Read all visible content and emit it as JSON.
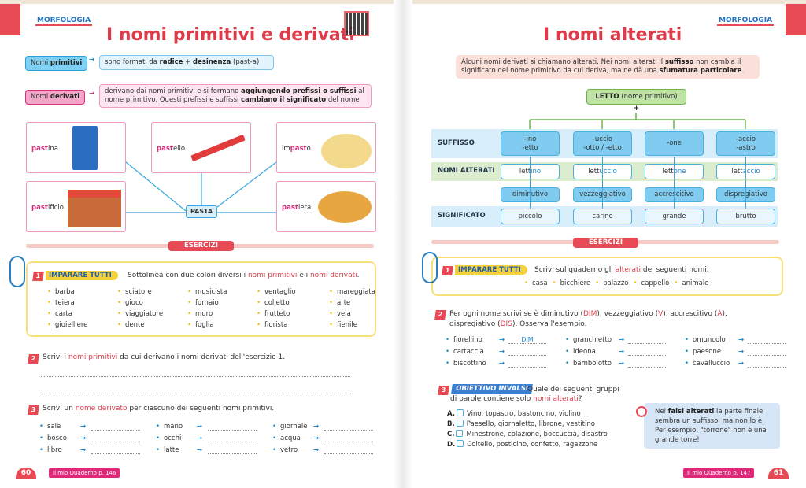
{
  "left": {
    "section": "MORFOLOGIA",
    "title": "I nomi primitivi e derivati",
    "primitivi": {
      "label_a": "Nomi ",
      "label_b": "primitivi",
      "t1": "sono formati da ",
      "t2": "radice",
      "t3": " + ",
      "t4": "desinenza",
      "t5": " (past-a)"
    },
    "derivati": {
      "label_a": "Nomi ",
      "label_b": "derivati",
      "t1": "derivano dai nomi primitivi e si formano ",
      "t2": "aggiungendo prefissi o suffissi",
      "t3": " al nome primitivo. Questi prefissi e suffissi ",
      "t4": "cambiano il significato",
      "t5": " del nome"
    },
    "diagram": {
      "center": "PASTA",
      "items": [
        {
          "a": "",
          "b": "past",
          "c": "ina",
          "icon": "pasta-box"
        },
        {
          "a": "",
          "b": "past",
          "c": "ello",
          "icon": "pencil"
        },
        {
          "a": "im",
          "b": "past",
          "c": "o",
          "icon": "dough"
        },
        {
          "a": "",
          "b": "past",
          "c": "ificio",
          "icon": "shop"
        },
        {
          "a": "",
          "b": "past",
          "c": "iera",
          "icon": "cake"
        }
      ]
    },
    "esercizi": "ESERCIZI",
    "ex1": {
      "num": "1",
      "badge": "IMPARARE TUTTI",
      "t1": "Sottolinea con due colori diversi i ",
      "t2": "nomi primitivi",
      "t3": " e i ",
      "t4": "nomi derivati",
      "t5": ".",
      "words": [
        "barba",
        "sciatore",
        "musicista",
        "ventaglio",
        "mareggiata",
        "teiera",
        "gioco",
        "fornaio",
        "colletto",
        "arte",
        "carta",
        "viaggiatore",
        "muro",
        "frutteto",
        "vela",
        "gioielliere",
        "dente",
        "foglia",
        "fiorista",
        "fienile"
      ]
    },
    "ex2": {
      "num": "2",
      "t1": "Scrivi i ",
      "t2": "nomi primitivi",
      "t3": " da cui derivano i nomi derivati dell'esercizio 1."
    },
    "ex3": {
      "num": "3",
      "t1": "Scrivi un ",
      "t2": "nome derivato",
      "t3": " per ciascuno dei seguenti nomi primitivi.",
      "words": [
        "sale",
        "mano",
        "giornale",
        "bosco",
        "occhi",
        "acqua",
        "libro",
        "latte",
        "vetro"
      ]
    },
    "page": "60",
    "quaderno": "Il mio Quaderno p. 146"
  },
  "right": {
    "section": "MORFOLOGIA",
    "title": "I nomi alterati",
    "intro": {
      "t1": "Alcuni nomi derivati si chiamano alterati. Nei nomi alterati il ",
      "t2": "suffisso",
      "t3": " non cambia il significato del nome primitivo da cui deriva, ma ne dà una ",
      "t4": "sfumatura particolare",
      "t5": "."
    },
    "root": {
      "b": "LETTO",
      "t": " (nome primitivo)"
    },
    "plus": "+",
    "rows": {
      "suffisso": "SUFFISSO",
      "alterati": "NOMI ALTERATI",
      "significato": "SIGNIFICATO"
    },
    "columns": [
      {
        "s1": "-ino",
        "s2": "-etto",
        "base": "lett",
        "suf": "ino",
        "tipo": "diminutivo",
        "sig": "piccolo"
      },
      {
        "s1": "-uccio",
        "s2": "-otto / -etto",
        "base": "lett",
        "suf": "uccio",
        "tipo": "vezzeggiativo",
        "sig": "carino"
      },
      {
        "s1": "-one",
        "s2": "",
        "base": "lett",
        "suf": "one",
        "tipo": "accrescitivo",
        "sig": "grande"
      },
      {
        "s1": "-accio",
        "s2": "-astro",
        "base": "lett",
        "suf": "accio",
        "tipo": "dispregiativo",
        "sig": "brutto"
      }
    ],
    "esercizi": "ESERCIZI",
    "ex1": {
      "num": "1",
      "badge": "IMPARARE TUTTI",
      "t1": "Scrivi sul quaderno gli ",
      "t2": "alterati",
      "t3": " dei seguenti nomi.",
      "words": [
        "casa",
        "bicchiere",
        "palazzo",
        "cappello",
        "animale"
      ]
    },
    "ex2": {
      "num": "2",
      "t1": "Per ogni nome scrivi se è diminutivo (",
      "t2": "DIM",
      "t3": "), vezzeggiativo (",
      "t4": "V",
      "t5": "), accrescitivo (",
      "t6": "A",
      "t7": "),",
      "t8": "dispregiativo (",
      "t9": "DIS",
      "t10": "). Osserva l'esempio.",
      "items": [
        {
          "w": "fiorellino",
          "a": "DIM"
        },
        {
          "w": "granchietto",
          "a": ""
        },
        {
          "w": "omuncolo",
          "a": ""
        },
        {
          "w": "cartaccia",
          "a": ""
        },
        {
          "w": "ideona",
          "a": ""
        },
        {
          "w": "paesone",
          "a": ""
        },
        {
          "w": "biscottino",
          "a": ""
        },
        {
          "w": "bambolotto",
          "a": ""
        },
        {
          "w": "cavalluccio",
          "a": ""
        }
      ]
    },
    "ex3": {
      "num": "3",
      "badge": "OBIETTIVO INVALSI",
      "t1": "Quale dei seguenti gruppi",
      "t2": "di parole contiene solo ",
      "t3": "nomi alterati",
      "t4": "?",
      "options": [
        {
          "l": "A.",
          "t": "Vino, topastro, bastoncino, violino"
        },
        {
          "l": "B.",
          "t": "Paesello, giornaletto, librone, vestitino"
        },
        {
          "l": "C.",
          "t": "Minestrone, colazione, boccuccia, disastro"
        },
        {
          "l": "D.",
          "t": "Coltello, posticino, confetto, ragazzone"
        }
      ]
    },
    "tip": {
      "t1": "Nei ",
      "t2": "falsi alterati",
      "t3": " la parte finale sembra un suffisso, ma non lo è. Per esempio, \"torrone\" non è una grande torre!"
    },
    "page": "61",
    "quaderno": "Il mio Quaderno p. 147"
  },
  "colors": {
    "red": "#e84a55",
    "blue": "#1e8ad0",
    "pink": "#e0287a",
    "yellow": "#f2c300"
  }
}
